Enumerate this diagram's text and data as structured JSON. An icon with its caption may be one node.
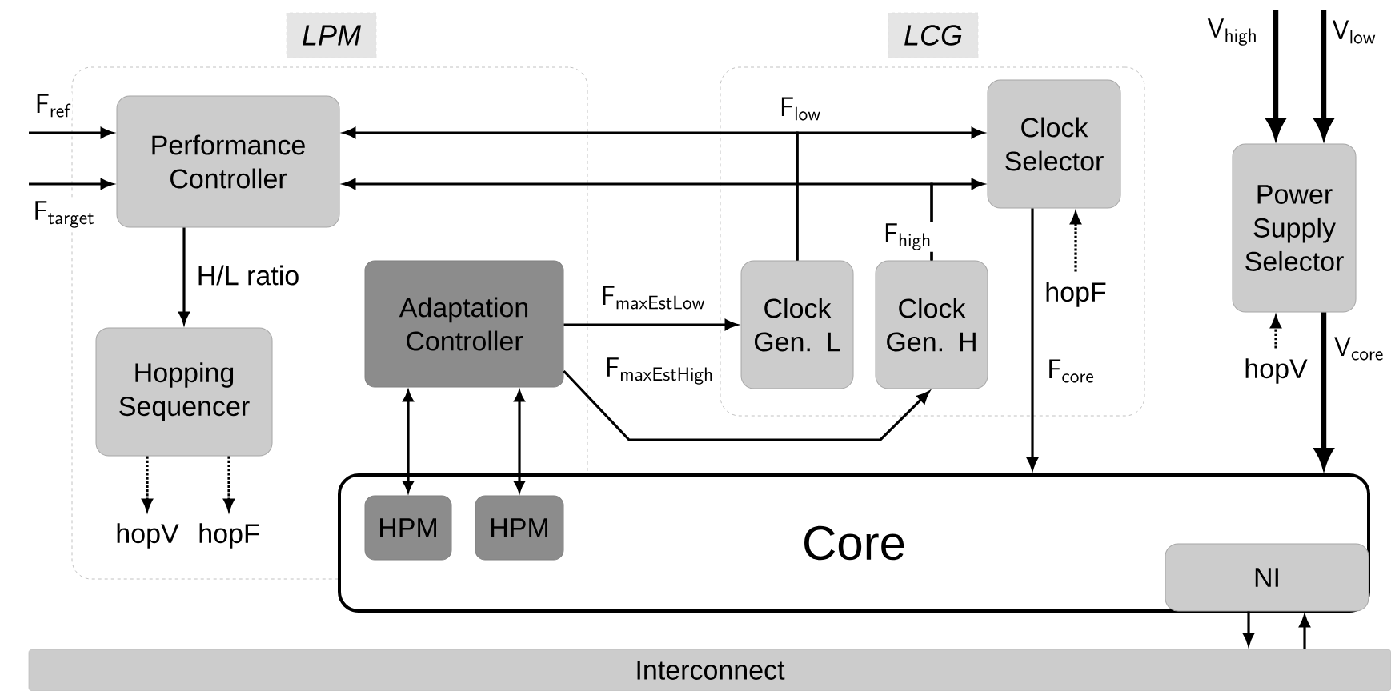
{
  "diagram": {
    "nodes": [
      {
        "text": [
          "LPM"
        ]
      },
      {
        "text": [
          "Performance Controller"
        ],
        "in": 0
      },
      {
        "text": [
          "Hopping Sequencer"
        ],
        "in": 0
      },
      {
        "text": [
          "Adaptation Controller"
        ],
        "in": 0
      },
      {
        "text": [
          "LCG"
        ]
      },
      {
        "text": [
          "Clock Selector"
        ],
        "in": 4
      },
      {
        "text": [
          "Clock Gen. L"
        ],
        "in": 4
      },
      {
        "text": [
          "Clock Gen. H"
        ],
        "in": 4
      },
      {
        "text": [
          "Power Supply Selector"
        ]
      },
      {
        "text": [
          "Core"
        ]
      },
      {
        "text": [
          "HPM"
        ]
      },
      {
        "text": [
          "HPM"
        ]
      },
      {
        "text": [
          "NI"
        ],
        "in": 9
      },
      {
        "text": [
          "Interconnect"
        ]
      },
      {
        "text": [
          "hopV"
        ],
        "in": 0
      },
      {
        "text": [
          "hopF"
        ],
        "in": 0
      },
      {
        "text": [
          "hopF"
        ],
        "in": 4
      },
      {
        "text": [
          "hopV"
        ]
      }
    ],
    "edges": [
      {
        "from": null,
        "to": 1,
        "arrow": "to",
        "label": "\\mathsf{F_{ref}}"
      },
      {
        "from": null,
        "to": 1,
        "arrow": "to",
        "label": "\\mathsf{F_{target}}"
      },
      {
        "from": 6,
        "to": 1,
        "arrow": "to",
        "label": "\\mathsf{F_{low}}"
      },
      {
        "from": 6,
        "to": 5,
        "arrow": "to"
      },
      {
        "from": 7,
        "to": 1,
        "arrow": "to",
        "label": "\\mathsf{F_{high}}"
      },
      {
        "from": 7,
        "to": 5,
        "arrow": "to"
      },
      {
        "from": 1,
        "to": 2,
        "arrow": "to",
        "label": "H/L ratio"
      },
      {
        "from": 2,
        "to": 14,
        "arrow": "to",
        "style": "dashed"
      },
      {
        "from": 2,
        "to": 15,
        "arrow": "to",
        "style": "dashed"
      },
      {
        "from": 3,
        "to": 6,
        "arrow": "to",
        "label": "\\mathsf{F_{maxEstLow}}"
      },
      {
        "from": 3,
        "to": 7,
        "arrow": "to",
        "label": "\\mathsf{F_{maxEstHigh}}"
      },
      {
        "from": 3,
        "to": 10,
        "arrow": "both"
      },
      {
        "from": 3,
        "to": 11,
        "arrow": "both"
      },
      {
        "from": 5,
        "to": 9,
        "arrow": "to",
        "label": "\\mathsf{F_{core}}"
      },
      {
        "from": 16,
        "to": 5,
        "arrow": "to",
        "style": "dashed"
      },
      {
        "from": null,
        "to": 8,
        "arrow": "to",
        "style": "thick",
        "label": "\\mathsf{V_{high}}"
      },
      {
        "from": null,
        "to": 8,
        "arrow": "to",
        "style": "thick",
        "label": "\\mathsf{V_{low}}"
      },
      {
        "from": 17,
        "to": 8,
        "arrow": "to",
        "style": "dashed"
      },
      {
        "from": 8,
        "to": 9,
        "arrow": "to",
        "style": "thick",
        "label": "\\mathsf{V_{core}}"
      },
      {
        "from": 12,
        "to": 13,
        "arrow": "to"
      },
      {
        "from": 13,
        "to": 12,
        "arrow": "to"
      }
    ]
  }
}
